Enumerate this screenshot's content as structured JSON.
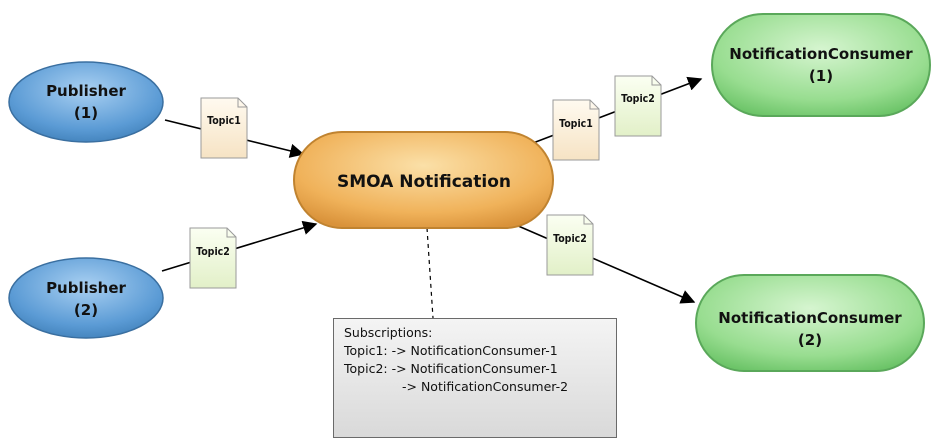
{
  "nodes": {
    "publisher1": {
      "line1": "Publisher",
      "line2": "(1)"
    },
    "publisher2": {
      "line1": "Publisher",
      "line2": "(2)"
    },
    "broker": {
      "label": "SMOA Notification"
    },
    "consumer1": {
      "line1": "NotificationConsumer",
      "line2": "(1)"
    },
    "consumer2": {
      "line1": "NotificationConsumer",
      "line2": "(2)"
    }
  },
  "messages": {
    "pub1_topic": "Topic1",
    "pub2_topic": "Topic2",
    "cons1_topic_a": "Topic1",
    "cons1_topic_b": "Topic2",
    "cons2_topic": "Topic2"
  },
  "note": {
    "heading": "Subscriptions:",
    "line1": "Topic1: -> NotificationConsumer-1",
    "line2": "Topic2: -> NotificationConsumer-1",
    "line3": "-> NotificationConsumer-2"
  },
  "colors": {
    "publisher": "#5b9bd5",
    "broker": "#f0b25a",
    "consumer": "#8fd88a",
    "doc_topic1": "#fbeed6",
    "doc_topic2": "#eef6d8"
  }
}
